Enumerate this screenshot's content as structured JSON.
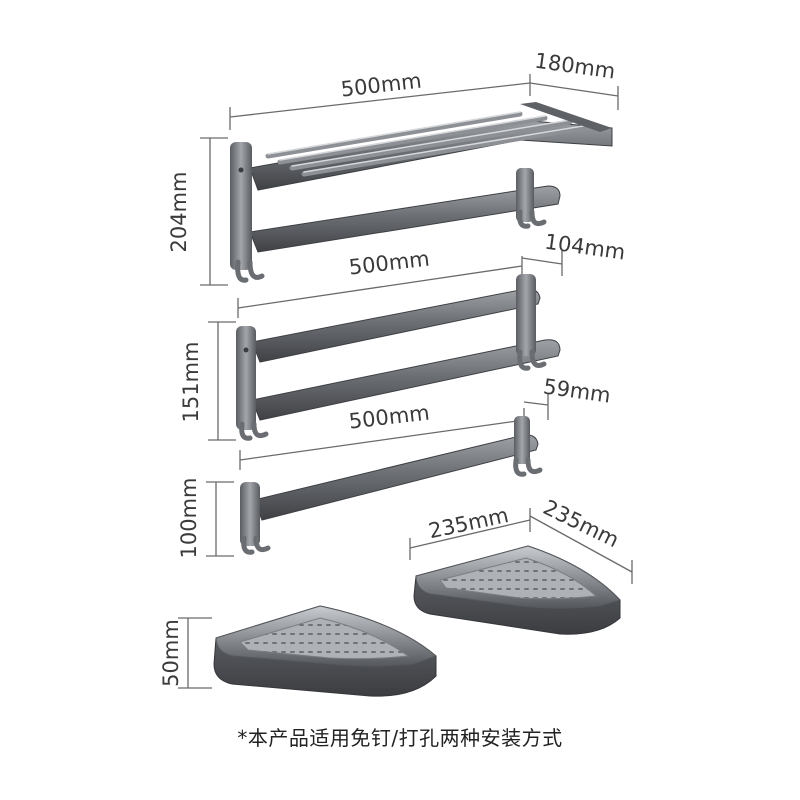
{
  "dimensions": {
    "rack1_width": "500mm",
    "rack1_depth": "180mm",
    "rack1_height": "204mm",
    "rack2_width": "500mm",
    "rack2_depth": "104mm",
    "rack2_height": "151mm",
    "rack3_width": "500mm",
    "rack3_depth": "59mm",
    "rack3_height": "100mm",
    "basket_side_a": "235mm",
    "basket_side_b": "235mm",
    "basket_height": "50mm"
  },
  "footnote": "*本产品适用免钉/打孔两种安装方式",
  "colors": {
    "metal_dark": "#4a4c50",
    "metal_mid": "#7b7e84",
    "metal_light": "#b9bcc1",
    "dim_line": "#6a6a6a"
  }
}
